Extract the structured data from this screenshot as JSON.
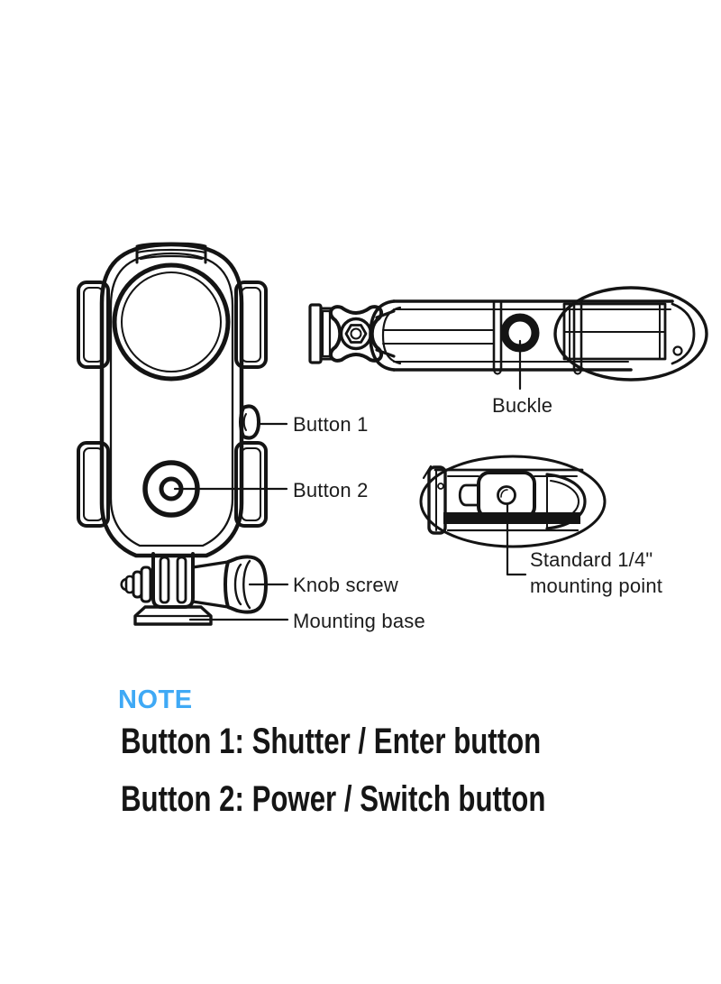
{
  "page": {
    "kind": "camera-case-manual-diagram",
    "background": "#ffffff"
  },
  "diagram": {
    "callouts": {
      "button1": "Button 1",
      "button2": "Button 2",
      "buckle": "Buckle",
      "knob_screw": "Knob screw",
      "mounting_base": "Mounting base",
      "mounting_point_line1": "Standard 1/4\"",
      "mounting_point_line2": "mounting point"
    }
  },
  "note": {
    "title": "NOTE",
    "lines": [
      "Button 1: Shutter / Enter button",
      "Button 2: Power / Switch button"
    ]
  },
  "colors": {
    "ink": "#141414",
    "accent_blue": "#3fa9f5",
    "background": "#ffffff"
  }
}
